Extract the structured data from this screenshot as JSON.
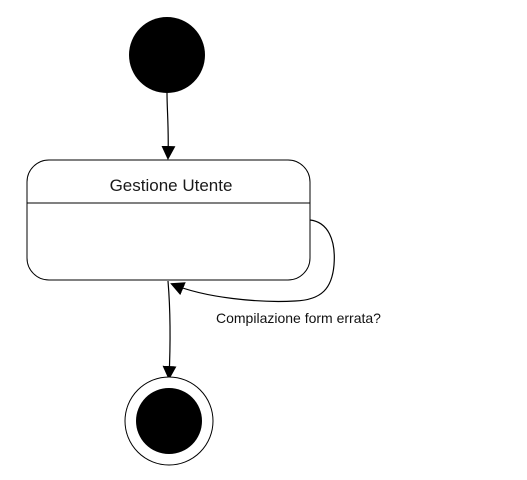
{
  "diagram": {
    "type": "uml-state-diagram",
    "states": [
      {
        "id": "gestione-utente",
        "name": "Gestione Utente"
      }
    ],
    "transitions": [
      {
        "from": "initial",
        "to": "gestione-utente",
        "label": ""
      },
      {
        "from": "gestione-utente",
        "to": "gestione-utente",
        "label": "Compilazione form errata?"
      },
      {
        "from": "gestione-utente",
        "to": "final",
        "label": ""
      }
    ]
  },
  "colors": {
    "stroke": "#000000",
    "fill_node": "#000000",
    "background": "#ffffff"
  }
}
